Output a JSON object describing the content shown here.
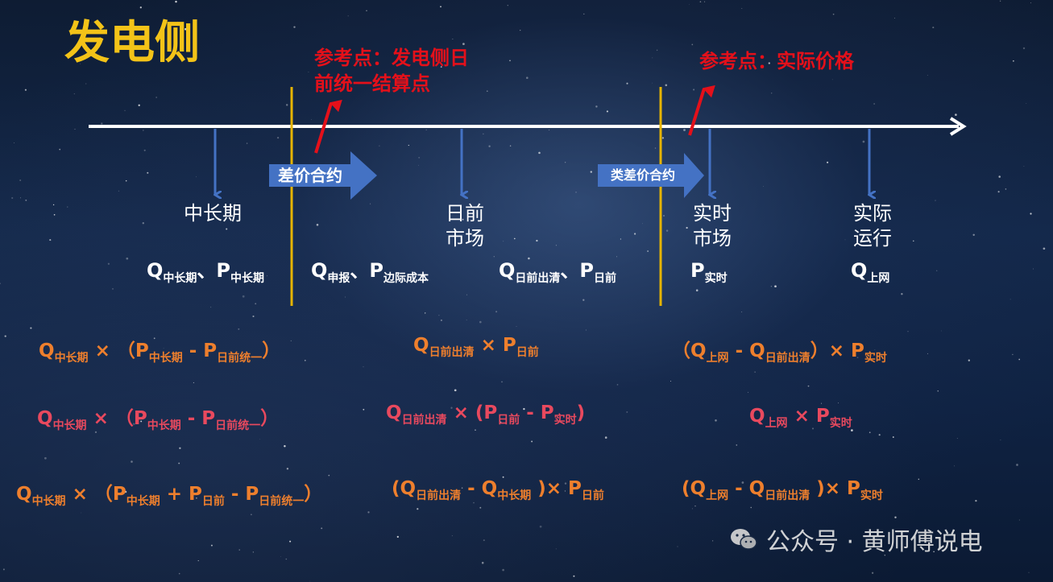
{
  "title": "发电侧",
  "ref1": [
    "参考点：发电侧日",
    "前统一结算点"
  ],
  "ref2": "参考点：实际价格",
  "arrow1": "差价合约",
  "arrow2": "类差价合约",
  "stages": {
    "mid_long": "中长期",
    "day_ahead": [
      "日前",
      "市场"
    ],
    "realtime": [
      "实时",
      "市场"
    ],
    "actual": [
      "实际",
      "运行"
    ]
  },
  "row0": {
    "c1": {
      "q": "Q",
      "qs": "中长期",
      "sep": "、",
      "p": "P",
      "ps": "中长期"
    },
    "c2": {
      "q": "Q",
      "qs": "申报",
      "sep": "、",
      "p": "P",
      "ps": "边际成本"
    },
    "c3": {
      "q": "Q",
      "qs": "日前出清",
      "sep": "、",
      "p": "P",
      "ps": "日前"
    },
    "c4": {
      "p": "P",
      "ps": "实时"
    },
    "c5": {
      "q": "Q",
      "qs": "上网"
    }
  },
  "formula_rows": [
    [
      {
        "color": "orange",
        "parts": [
          [
            "Q",
            ""
          ],
          [
            "中长期",
            "s"
          ],
          [
            " ×  （P",
            ""
          ],
          [
            "中长期",
            "s"
          ],
          [
            " - P",
            ""
          ],
          [
            "日前统一",
            "s"
          ],
          [
            "）",
            ""
          ]
        ]
      },
      {
        "color": "orange",
        "parts": [
          [
            "Q",
            ""
          ],
          [
            "日前出清",
            "s"
          ],
          [
            " × P",
            ""
          ],
          [
            "日前",
            "s"
          ]
        ]
      },
      {
        "color": "orange",
        "parts": [
          [
            "（Q",
            ""
          ],
          [
            "上网",
            "s"
          ],
          [
            " - Q",
            ""
          ],
          [
            "日前出清",
            "s"
          ],
          [
            "）× P",
            ""
          ],
          [
            "实时",
            "s"
          ]
        ]
      }
    ],
    [
      {
        "color": "pink",
        "parts": [
          [
            "Q",
            ""
          ],
          [
            "中长期",
            "s"
          ],
          [
            " ×  （P",
            ""
          ],
          [
            "中长期",
            "s"
          ],
          [
            " - P",
            ""
          ],
          [
            "日前统一",
            "s"
          ],
          [
            "）",
            ""
          ]
        ]
      },
      {
        "color": "pink",
        "parts": [
          [
            "Q",
            ""
          ],
          [
            "日前出清",
            "s"
          ],
          [
            " × (P",
            ""
          ],
          [
            "日前",
            "s"
          ],
          [
            " - P",
            ""
          ],
          [
            "实时",
            "s"
          ],
          [
            ")",
            ""
          ]
        ]
      },
      {
        "color": "pink",
        "parts": [
          [
            "Q",
            ""
          ],
          [
            "上网",
            "s"
          ],
          [
            " × P",
            ""
          ],
          [
            "实时",
            "s"
          ]
        ]
      }
    ],
    [
      {
        "color": "orange",
        "parts": [
          [
            "Q",
            ""
          ],
          [
            "中长期",
            "s"
          ],
          [
            " ×  （P",
            ""
          ],
          [
            "中长期",
            "s"
          ],
          [
            " + P",
            ""
          ],
          [
            "日前",
            "s"
          ],
          [
            " - P",
            ""
          ],
          [
            "日前统一",
            "s"
          ],
          [
            "）",
            ""
          ]
        ]
      },
      {
        "color": "orange",
        "parts": [
          [
            "(Q",
            ""
          ],
          [
            "日前出清",
            "s"
          ],
          [
            " - Q",
            ""
          ],
          [
            "中长期",
            "s"
          ],
          [
            " )× P",
            ""
          ],
          [
            "日前",
            "s"
          ]
        ]
      },
      {
        "color": "orange",
        "parts": [
          [
            "(Q",
            ""
          ],
          [
            "上网",
            "s"
          ],
          [
            " - Q",
            ""
          ],
          [
            "日前出清",
            "s"
          ],
          [
            " )× P",
            ""
          ],
          [
            "实时",
            "s"
          ]
        ]
      }
    ]
  ],
  "watermark": "公众号 · 黄师傅说电",
  "colors": {
    "title": "#f3c318",
    "ref": "#e4101a",
    "orange": "#ee7f2d",
    "pink": "#e8495e",
    "divider": "#e6b400",
    "arrow_blue": "#4472c4"
  }
}
